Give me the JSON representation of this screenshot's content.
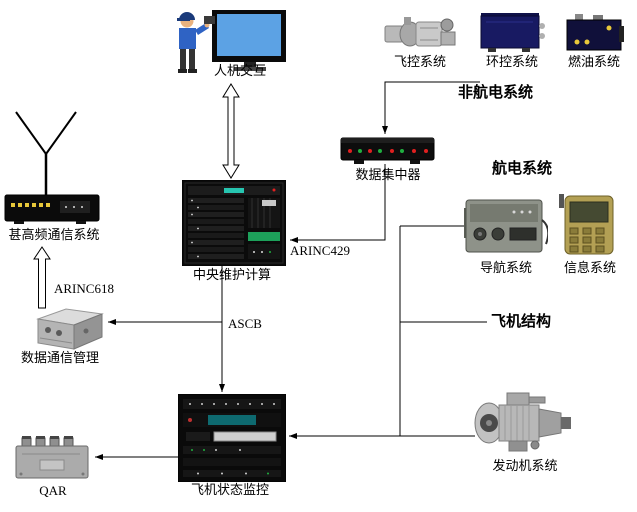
{
  "diagram": {
    "labels": {
      "hmi": "人机交互",
      "flight_control": "飞控系统",
      "env_control": "环控系统",
      "fuel": "燃油系统",
      "non_avionics_group": "非航电系统",
      "data_concentrator": "数据集中器",
      "avionics_group": "航电系统",
      "central_maintenance_computer": "中央维护计算",
      "navigation": "导航系统",
      "information": "信息系统",
      "vhf_comm": "甚高频通信系统",
      "data_comm_mgmt": "数据通信管理",
      "aircraft_structure_group": "飞机结构",
      "aircraft_status_monitor": "飞机状态监控",
      "qar": "QAR",
      "engine": "发动机系统"
    },
    "bus_labels": {
      "arinc429": "ARINC429",
      "arinc618": "ARINC618",
      "ascb": "ASCB"
    },
    "colors": {
      "monitor_screen_blue": "#5ca2e4",
      "led_red": "#e02020",
      "led_green": "#20b040",
      "indicator_teal": "#27c5b0",
      "navy_unit": "#181a62",
      "khaki_unit": "#b3a054",
      "marker_yellow": "#e8c83a"
    }
  }
}
